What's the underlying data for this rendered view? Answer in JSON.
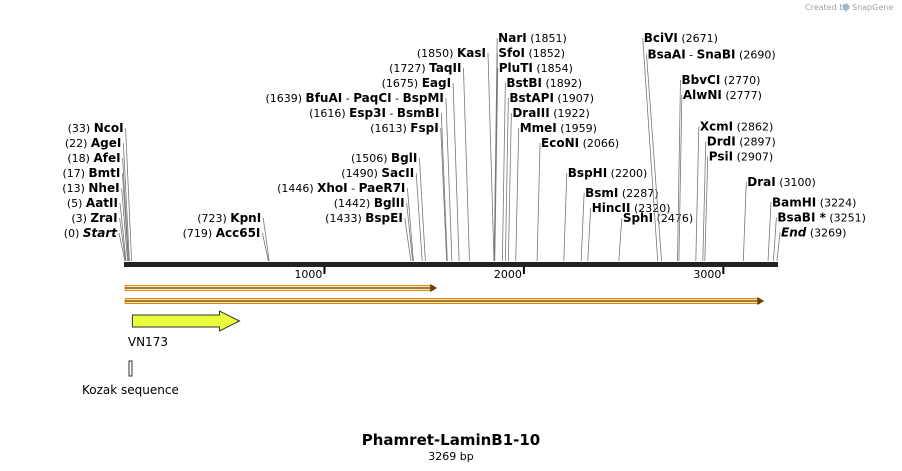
{
  "watermark": {
    "created_by": "Created by",
    "brand": "SnapGene"
  },
  "map": {
    "title": "Phamret-LaminB1-10",
    "length_label": "3269 bp",
    "length": 3269,
    "ticks": [
      {
        "pos": 1000,
        "label": "1000"
      },
      {
        "pos": 2000,
        "label": "2000"
      },
      {
        "pos": 3000,
        "label": "3000"
      }
    ]
  },
  "features": [
    {
      "name": "VN173",
      "type": "arrow",
      "start": 37,
      "end": 574,
      "color": "#e8ff3a"
    },
    {
      "name": "Kozak sequence",
      "type": "box",
      "start": 27,
      "end": 37,
      "color": "#ffffff"
    }
  ],
  "orfs": [
    {
      "start": 1,
      "end": 1560,
      "color": "#ff9900"
    },
    {
      "start": 1,
      "end": 3200,
      "color": "#ff9900"
    }
  ],
  "sites": [
    {
      "row": 0,
      "side": "left",
      "pos": 0,
      "pos_label": "(0)",
      "parts": [
        {
          "t": "Start",
          "i": true
        }
      ]
    },
    {
      "row": 1,
      "side": "left",
      "pos": 3,
      "pos_label": "(3)",
      "parts": [
        {
          "t": "ZraI"
        }
      ]
    },
    {
      "row": 2,
      "side": "left",
      "pos": 5,
      "pos_label": "(5)",
      "parts": [
        {
          "t": "AatII"
        }
      ]
    },
    {
      "row": 3,
      "side": "left",
      "pos": 13,
      "pos_label": "(13)",
      "parts": [
        {
          "t": "NheI"
        }
      ]
    },
    {
      "row": 4,
      "side": "left",
      "pos": 17,
      "pos_label": "(17)",
      "parts": [
        {
          "t": "BmtI"
        }
      ]
    },
    {
      "row": 5,
      "side": "left",
      "pos": 18,
      "pos_label": "(18)",
      "parts": [
        {
          "t": "AfeI"
        }
      ]
    },
    {
      "row": 6,
      "side": "left",
      "pos": 22,
      "pos_label": "(22)",
      "parts": [
        {
          "t": "AgeI"
        }
      ]
    },
    {
      "row": 7,
      "side": "left",
      "pos": 33,
      "pos_label": "(33)",
      "parts": [
        {
          "t": "NcoI"
        }
      ]
    },
    {
      "row": 0,
      "side": "left",
      "pos": 719,
      "pos_label": "(719)",
      "parts": [
        {
          "t": "Acc65I"
        }
      ]
    },
    {
      "row": 1,
      "side": "left",
      "pos": 723,
      "pos_label": "(723)",
      "parts": [
        {
          "t": "KpnI"
        }
      ]
    },
    {
      "row": 1,
      "side": "left",
      "pos": 1433,
      "pos_label": "(1433)",
      "parts": [
        {
          "t": "BspEI"
        }
      ]
    },
    {
      "row": 2,
      "side": "left",
      "pos": 1442,
      "pos_label": "(1442)",
      "parts": [
        {
          "t": "BglII"
        }
      ]
    },
    {
      "row": 3,
      "side": "left",
      "pos": 1446,
      "pos_label": "(1446)",
      "parts": [
        {
          "t": "XhoI"
        },
        {
          "t": " - "
        },
        {
          "t": "PaeR7I"
        }
      ]
    },
    {
      "row": 4,
      "side": "left",
      "pos": 1490,
      "pos_label": "(1490)",
      "parts": [
        {
          "t": "SacII"
        }
      ]
    },
    {
      "row": 5,
      "side": "left",
      "pos": 1506,
      "pos_label": "(1506)",
      "parts": [
        {
          "t": "BglI"
        }
      ]
    },
    {
      "row": 7,
      "side": "left",
      "pos": 1613,
      "pos_label": "(1613)",
      "parts": [
        {
          "t": "FspI"
        }
      ]
    },
    {
      "row": 8,
      "side": "left",
      "pos": 1616,
      "pos_label": "(1616)",
      "parts": [
        {
          "t": "Esp3I"
        },
        {
          "t": " - "
        },
        {
          "t": "BsmBI"
        }
      ]
    },
    {
      "row": 9,
      "side": "left",
      "pos": 1639,
      "pos_label": "(1639)",
      "parts": [
        {
          "t": "BfuAI"
        },
        {
          "t": " - "
        },
        {
          "t": "PaqCI"
        },
        {
          "t": " - "
        },
        {
          "t": "BspMI"
        }
      ]
    },
    {
      "row": 10,
      "side": "left",
      "pos": 1675,
      "pos_label": "(1675)",
      "parts": [
        {
          "t": "EagI"
        }
      ]
    },
    {
      "row": 11,
      "side": "left",
      "pos": 1727,
      "pos_label": "(1727)",
      "parts": [
        {
          "t": "TaqII"
        }
      ]
    },
    {
      "row": 12,
      "side": "left",
      "pos": 1850,
      "pos_label": "(1850)",
      "parts": [
        {
          "t": "KasI"
        }
      ]
    },
    {
      "row": 13,
      "side": "right",
      "pos": 1851,
      "pos_label": "(1851)",
      "parts": [
        {
          "t": "NarI"
        }
      ]
    },
    {
      "row": 12,
      "side": "right",
      "pos": 1852,
      "pos_label": "(1852)",
      "parts": [
        {
          "t": "SfoI"
        }
      ]
    },
    {
      "row": 11,
      "side": "right",
      "pos": 1854,
      "pos_label": "(1854)",
      "parts": [
        {
          "t": "PluTI"
        }
      ]
    },
    {
      "row": 10,
      "side": "right",
      "pos": 1892,
      "pos_label": "(1892)",
      "parts": [
        {
          "t": "BstBI"
        }
      ]
    },
    {
      "row": 9,
      "side": "right",
      "pos": 1907,
      "pos_label": "(1907)",
      "parts": [
        {
          "t": "BstAPI"
        }
      ]
    },
    {
      "row": 8,
      "side": "right",
      "pos": 1922,
      "pos_label": "(1922)",
      "parts": [
        {
          "t": "DraIII"
        }
      ]
    },
    {
      "row": 7,
      "side": "right",
      "pos": 1959,
      "pos_label": "(1959)",
      "parts": [
        {
          "t": "MmeI"
        }
      ]
    },
    {
      "row": 6,
      "side": "right",
      "pos": 2066,
      "pos_label": "(2066)",
      "parts": [
        {
          "t": "EcoNI"
        }
      ]
    },
    {
      "row": 4,
      "side": "right",
      "pos": 2200,
      "pos_label": "(2200)",
      "parts": [
        {
          "t": "BspHI"
        }
      ]
    },
    {
      "row": 2.67,
      "side": "right",
      "pos": 2287,
      "pos_label": "(2287)",
      "parts": [
        {
          "t": "BsmI"
        }
      ]
    },
    {
      "row": 1.67,
      "side": "right",
      "pos": 2320,
      "pos_label": "(2320)",
      "parts": [
        {
          "t": "HincII"
        }
      ]
    },
    {
      "row": 1,
      "side": "right",
      "pos": 2476,
      "pos_label": "(2476)",
      "parts": [
        {
          "t": "SphI"
        }
      ]
    },
    {
      "row": 13,
      "side": "right",
      "pos": 2671,
      "pos_label": "(2671)",
      "parts": [
        {
          "t": "BciVI"
        }
      ]
    },
    {
      "row": 11.9,
      "side": "right",
      "pos": 2690,
      "pos_label": "(2690)",
      "parts": [
        {
          "t": "BsaAI"
        },
        {
          "t": " - "
        },
        {
          "t": "SnaBI"
        }
      ]
    },
    {
      "row": 10.2,
      "side": "right",
      "pos": 2770,
      "pos_label": "(2770)",
      "parts": [
        {
          "t": "BbvCI"
        }
      ]
    },
    {
      "row": 9.2,
      "side": "right",
      "pos": 2777,
      "pos_label": "(2777)",
      "parts": [
        {
          "t": "AlwNI"
        }
      ]
    },
    {
      "row": 7.1,
      "side": "right",
      "pos": 2862,
      "pos_label": "(2862)",
      "parts": [
        {
          "t": "XcmI"
        }
      ]
    },
    {
      "row": 6.1,
      "side": "right",
      "pos": 2897,
      "pos_label": "(2897)",
      "parts": [
        {
          "t": "DrdI"
        }
      ]
    },
    {
      "row": 5.1,
      "side": "right",
      "pos": 2907,
      "pos_label": "(2907)",
      "parts": [
        {
          "t": "PsiI"
        }
      ]
    },
    {
      "row": 3.4,
      "side": "right",
      "pos": 3100,
      "pos_label": "(3100)",
      "parts": [
        {
          "t": "DraI"
        }
      ]
    },
    {
      "row": 2.05,
      "side": "right",
      "pos": 3224,
      "pos_label": "(3224)",
      "parts": [
        {
          "t": "BamHI"
        }
      ]
    },
    {
      "row": 1.05,
      "side": "right",
      "pos": 3251,
      "pos_label": "(3251)",
      "parts": [
        {
          "t": "BsaBI *"
        }
      ]
    },
    {
      "row": 0.05,
      "side": "right",
      "pos": 3269,
      "pos_label": "(3269)",
      "parts": [
        {
          "t": "End",
          "i": true
        }
      ]
    }
  ]
}
